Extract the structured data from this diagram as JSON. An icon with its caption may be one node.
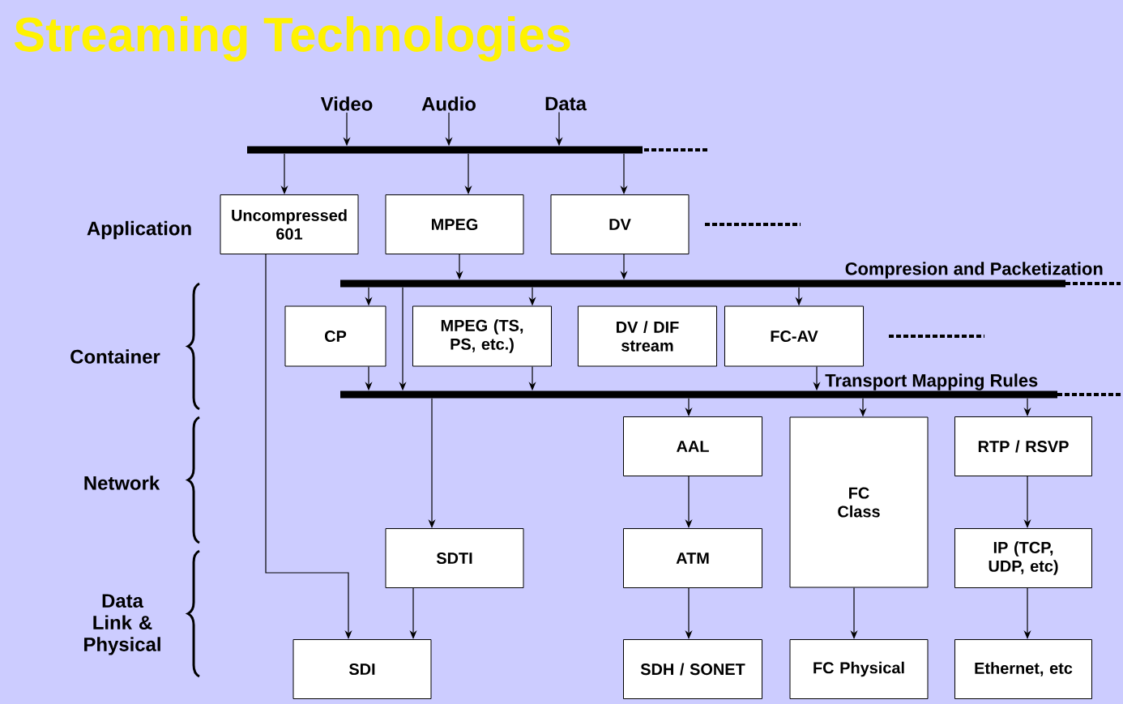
{
  "diagram": {
    "title": "Streaming Technologies",
    "nodes": [
      {
        "text": [
          "Video"
        ]
      },
      {
        "text": [
          "Audio"
        ]
      },
      {
        "text": [
          "Data"
        ]
      },
      {
        "text": [],
        "shape": "bar"
      },
      {
        "text": [
          "Uncompressed 601"
        ]
      },
      {
        "text": [
          "MPEG"
        ]
      },
      {
        "text": [
          "DV"
        ]
      },
      {
        "text": [
          "Compresion and Packetization"
        ]
      },
      {
        "text": [
          "CP"
        ]
      },
      {
        "text": [
          "MPEG (TS, PS, etc.)"
        ]
      },
      {
        "text": [
          "DV / DIF stream"
        ]
      },
      {
        "text": [
          "FC-AV"
        ]
      },
      {
        "text": [
          "Transport Mapping Rules"
        ]
      },
      {
        "text": [
          "AAL"
        ]
      },
      {
        "text": [
          "FC Class"
        ]
      },
      {
        "text": [
          "RTP / RSVP"
        ]
      },
      {
        "text": [
          "SDTI"
        ]
      },
      {
        "text": [
          "ATM"
        ]
      },
      {
        "text": [
          "IP (TCP, UDP, etc)"
        ]
      },
      {
        "text": [
          "SDI"
        ]
      },
      {
        "text": [
          "SDH / SONET"
        ]
      },
      {
        "text": [
          "FC Physical"
        ]
      },
      {
        "text": [
          "Ethernet, etc"
        ]
      }
    ],
    "edges": [
      {
        "from": 0,
        "to": 3,
        "arrow": "to"
      },
      {
        "from": 1,
        "to": 3,
        "arrow": "to"
      },
      {
        "from": 2,
        "to": 3,
        "arrow": "to"
      },
      {
        "from": 3,
        "to": 4,
        "arrow": "to"
      },
      {
        "from": 3,
        "to": 5,
        "arrow": "to"
      },
      {
        "from": 3,
        "to": 6,
        "arrow": "to"
      },
      {
        "from": 5,
        "to": 7,
        "arrow": "to"
      },
      {
        "from": 6,
        "to": 7,
        "arrow": "to"
      },
      {
        "from": 7,
        "to": 8,
        "arrow": "to"
      },
      {
        "from": 7,
        "to": 9,
        "arrow": "to"
      },
      {
        "from": 7,
        "to": 11,
        "arrow": "to"
      },
      {
        "from": 7,
        "to": 12,
        "arrow": "to"
      },
      {
        "from": 8,
        "to": 12,
        "arrow": "to"
      },
      {
        "from": 9,
        "to": 12,
        "arrow": "to"
      },
      {
        "from": 11,
        "to": 12,
        "arrow": "to"
      },
      {
        "from": 4,
        "to": 19,
        "arrow": "to"
      },
      {
        "from": 12,
        "to": 16,
        "arrow": "to"
      },
      {
        "from": 12,
        "to": 13,
        "arrow": "to"
      },
      {
        "from": 12,
        "to": 14,
        "arrow": "to"
      },
      {
        "from": 12,
        "to": 15,
        "arrow": "to"
      },
      {
        "from": 16,
        "to": 19,
        "arrow": "to"
      },
      {
        "from": 13,
        "to": 17,
        "arrow": "to"
      },
      {
        "from": 17,
        "to": 20,
        "arrow": "to"
      },
      {
        "from": 14,
        "to": 21,
        "arrow": "to"
      },
      {
        "from": 15,
        "to": 18,
        "arrow": "to"
      },
      {
        "from": 18,
        "to": 22,
        "arrow": "to"
      }
    ],
    "labels": [
      "Application",
      "Container",
      "Network",
      "Data Link & Physical"
    ]
  }
}
